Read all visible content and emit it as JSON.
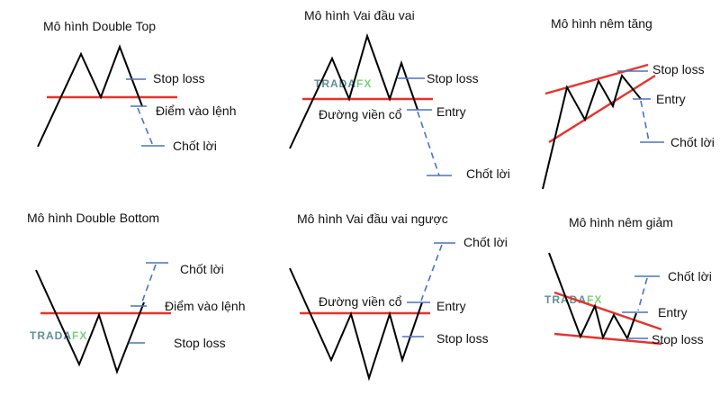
{
  "colors": {
    "support_line": "#e8322b",
    "level": "#4a72c4",
    "price": "#000000",
    "watermark_a": "#5f8f99",
    "watermark_b": "#7bd07a"
  },
  "watermark": {
    "a": "TRADA",
    "b": "FX"
  },
  "panels": [
    {
      "title": "Mô hình Double Top",
      "stop_loss": "Stop loss",
      "entry": "Điểm vào lệnh",
      "take_profit": "Chốt lời"
    },
    {
      "title": "Mô hình Vai đầu vai",
      "stop_loss": "Stop loss",
      "entry": "Entry",
      "take_profit": "Chốt lời",
      "neckline": "Đường viền cổ"
    },
    {
      "title": "Mô hình nêm tăng",
      "stop_loss": "Stop loss",
      "entry": "Entry",
      "take_profit": "Chốt lời"
    },
    {
      "title": "Mô hình Double Bottom",
      "stop_loss": "Stop loss",
      "entry": "Điểm vào lệnh",
      "take_profit": "Chốt lời"
    },
    {
      "title": "Mô hình Vai đầu vai ngược",
      "stop_loss": "Stop loss",
      "entry": "Entry",
      "take_profit": "Chốt lời",
      "neckline": "Đường viền cổ"
    },
    {
      "title": "Mô hình nêm giảm",
      "stop_loss": "Stop loss",
      "entry": "Entry",
      "take_profit": "Chốt lời"
    }
  ]
}
